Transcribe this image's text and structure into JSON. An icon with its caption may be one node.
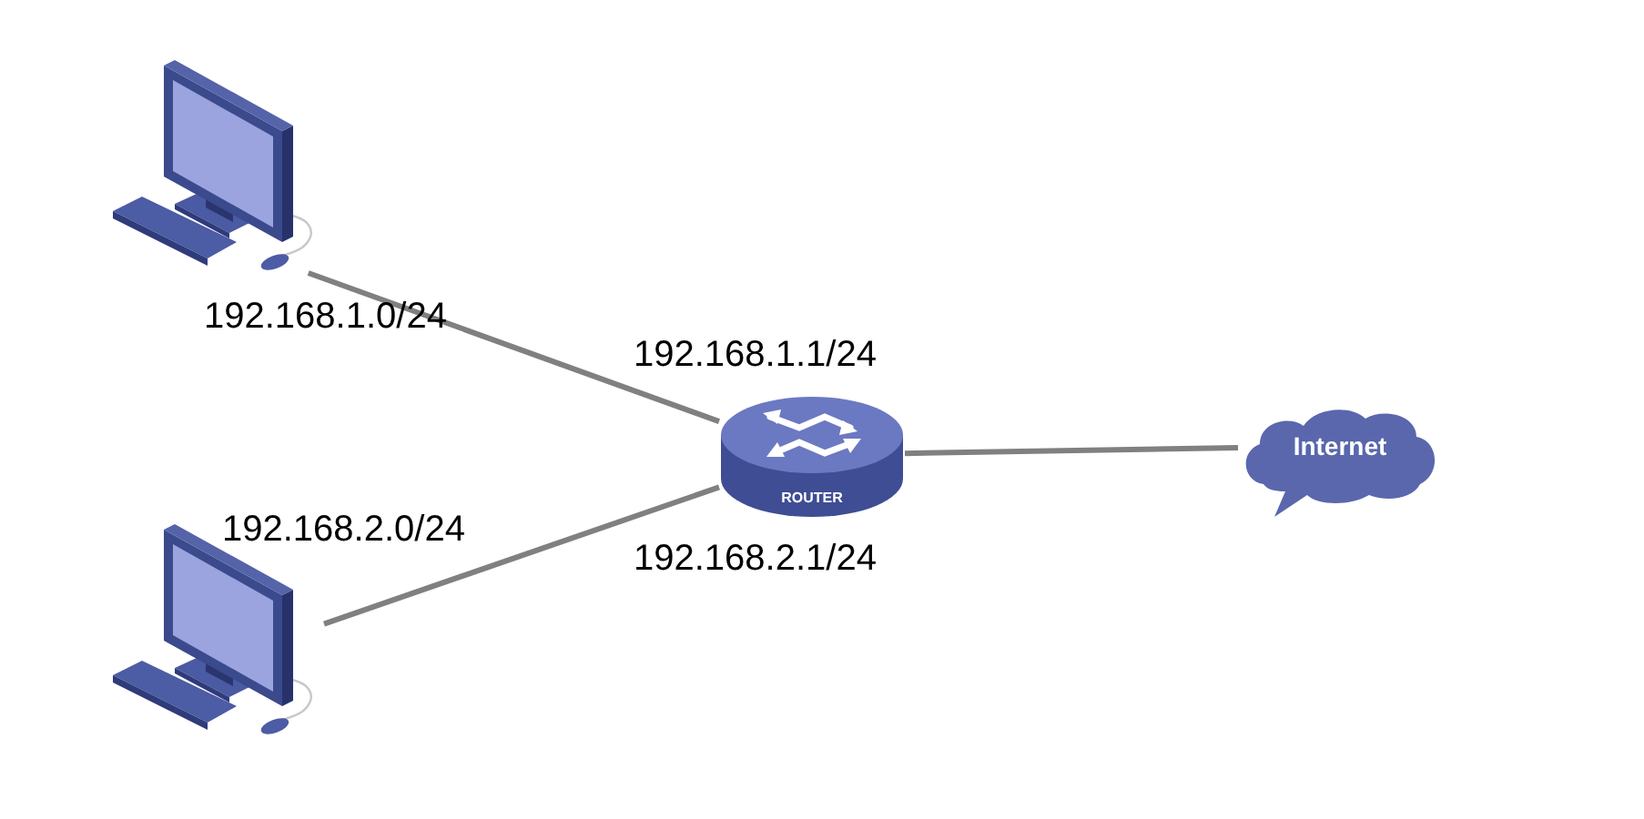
{
  "diagram": {
    "nodes": [
      {
        "text": [],
        "shape": "computer"
      },
      {
        "text": [],
        "shape": "computer"
      },
      {
        "text": [
          "ROUTER"
        ]
      },
      {
        "text": [
          "Internet"
        ]
      }
    ],
    "edges": [
      {
        "from": 0,
        "to": 2,
        "arrow": "none"
      },
      {
        "from": 1,
        "to": 2,
        "arrow": "none"
      },
      {
        "from": 2,
        "to": 3,
        "arrow": "none"
      }
    ],
    "labels": [
      "192.168.1.0/24",
      "192.168.1.1/24",
      "192.168.2.0/24",
      "192.168.2.1/24"
    ]
  }
}
